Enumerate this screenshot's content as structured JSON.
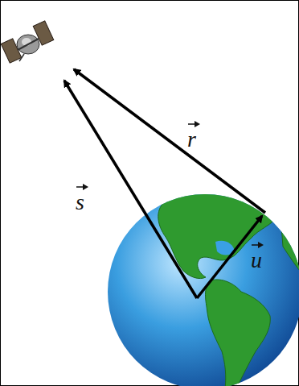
{
  "diagram": {
    "labels": [
      "s",
      "r",
      "u"
    ]
  }
}
